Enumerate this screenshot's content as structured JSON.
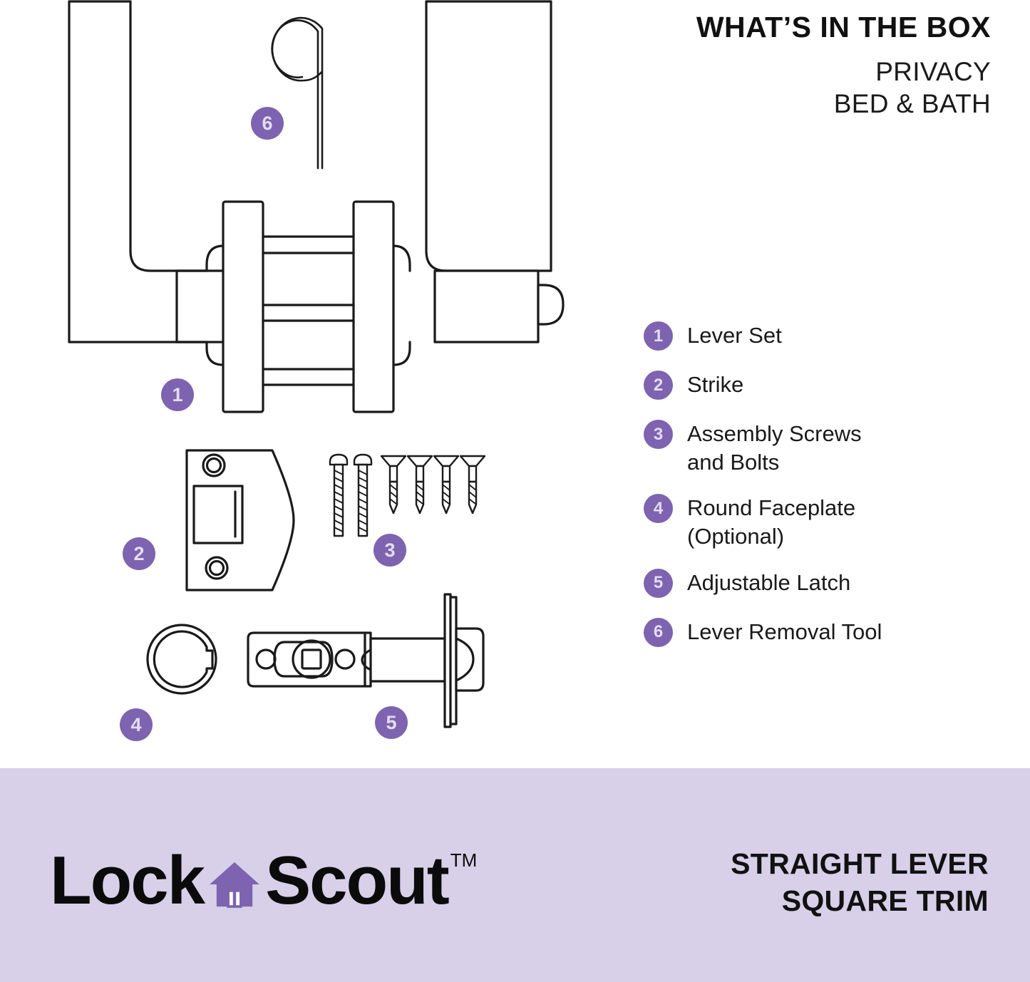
{
  "header": {
    "title": "WHAT’S IN THE BOX",
    "subtitle_line1": "PRIVACY",
    "subtitle_line2": "BED & BATH"
  },
  "theme": {
    "accent_purple": "#7e63b0",
    "badge_numeral": "#e4dcf2",
    "footer_band": "#d7d0e8",
    "line_color": "#1a1a1a",
    "page_background": "#ffffff"
  },
  "legend": {
    "items": [
      {
        "number": "1",
        "label": "Lever Set",
        "label_line2": ""
      },
      {
        "number": "2",
        "label": "Strike",
        "label_line2": ""
      },
      {
        "number": "3",
        "label": "Assembly Screws",
        "label_line2": "and Bolts"
      },
      {
        "number": "4",
        "label": "Round Faceplate",
        "label_line2": "(Optional)"
      },
      {
        "number": "5",
        "label": "Adjustable Latch",
        "label_line2": ""
      },
      {
        "number": "6",
        "label": "Lever Removal Tool",
        "label_line2": ""
      }
    ]
  },
  "diagram": {
    "callouts": [
      {
        "number": "1",
        "part": "lever-set"
      },
      {
        "number": "2",
        "part": "strike"
      },
      {
        "number": "3",
        "part": "assembly-screws-and-bolts"
      },
      {
        "number": "4",
        "part": "round-faceplate"
      },
      {
        "number": "5",
        "part": "adjustable-latch"
      },
      {
        "number": "6",
        "part": "lever-removal-tool"
      }
    ],
    "screws": {
      "machine_bolt_count": 2,
      "wood_screw_count": 4
    }
  },
  "footer": {
    "logo_word1": "Lock",
    "logo_word2": "Scout",
    "logo_trademark": "TM",
    "product_line1": "STRAIGHT LEVER",
    "product_line2": "SQUARE TRIM"
  }
}
